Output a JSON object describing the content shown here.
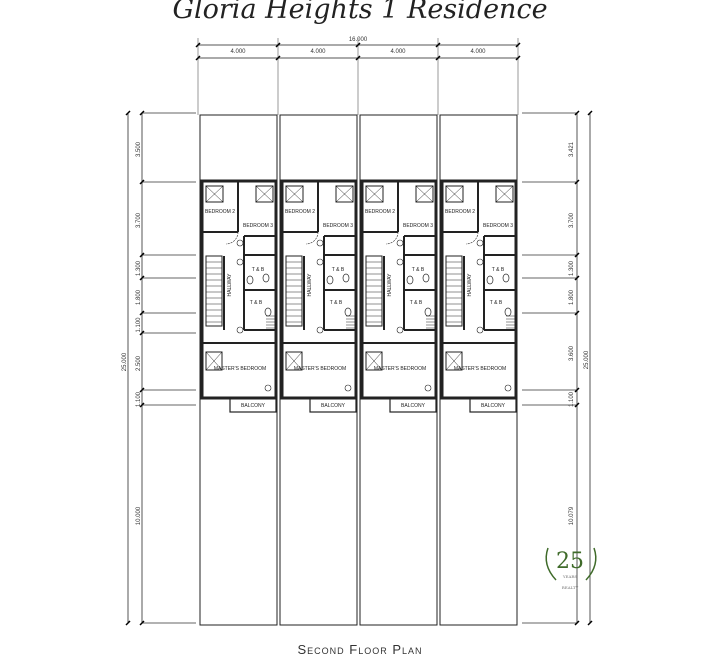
{
  "title": "Gloria Heights 1 Residence",
  "caption": "Second Floor Plan",
  "top_dimensions": {
    "overall": "16.000",
    "units": [
      "4.000",
      "4.000",
      "4.000",
      "4.000"
    ]
  },
  "left_dimensions": {
    "overall": "25.000",
    "segments": [
      "3.500",
      "3.700",
      "1.300",
      "1.800",
      "1.100",
      "2.500",
      "1.100",
      "10.000"
    ]
  },
  "right_dimensions": {
    "overall": "25.000",
    "segments": [
      "3.421",
      "3.700",
      "1.300",
      "1.800",
      "3.600",
      "1.100",
      "10.079"
    ]
  },
  "rooms": {
    "bedroom_2": "BEDROOM 2",
    "bedroom_3": "BEDROOM 3",
    "hallway": "HALLWAY",
    "tb_upper": "T & B",
    "tb_lower": "T & B",
    "master": "MASTER'S BEDROOM",
    "balcony": "BALCONY"
  },
  "unit_count": 4,
  "logo": {
    "number": "25",
    "line1": "YEARS",
    "line2": "REALTY",
    "color": "#3f6b2a"
  },
  "colors": {
    "line": "#222222",
    "dim_line": "#555555"
  }
}
